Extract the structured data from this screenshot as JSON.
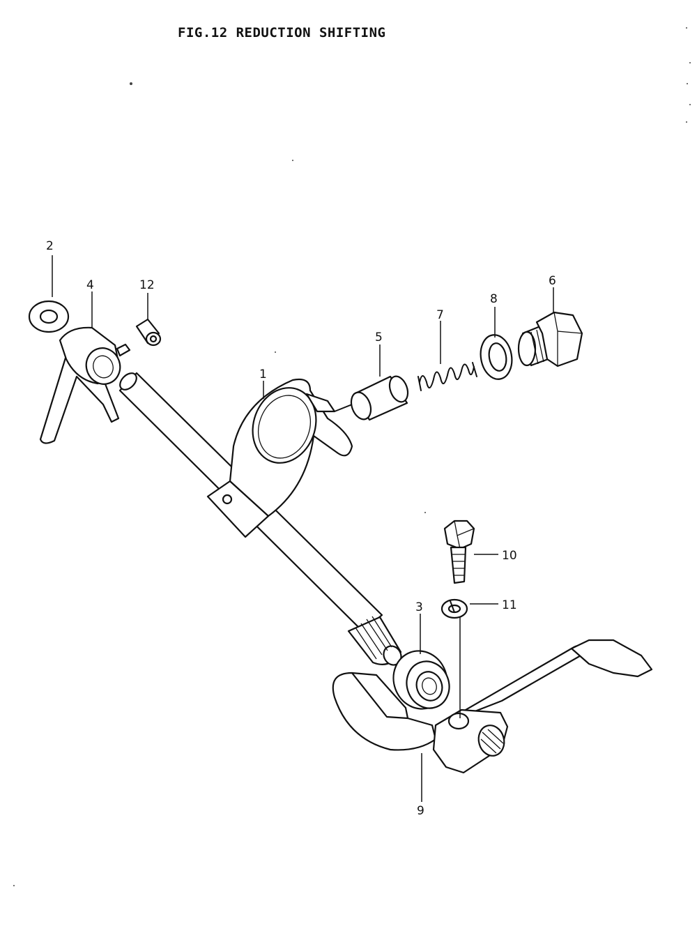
{
  "figure": {
    "title": "FIG.12  REDUCTION SHIFTING"
  },
  "callouts": {
    "c1": "1",
    "c2": "2",
    "c3": "3",
    "c4": "4",
    "c5": "5",
    "c6": "6",
    "c7": "7",
    "c8": "8",
    "c9": "9",
    "c10": "10",
    "c11": "11",
    "c12": "12"
  },
  "parts": {
    "1": "shift-fork-large",
    "2": "washer",
    "3": "oil-seal",
    "4": "shift-fork-small",
    "5": "plunger",
    "6": "plug-bolt",
    "7": "spring",
    "8": "gasket",
    "9": "shift-lever",
    "10": "bolt",
    "11": "lock-washer",
    "12": "bushing"
  },
  "colors": {
    "ink": "#111111",
    "paper": "#ffffff"
  }
}
